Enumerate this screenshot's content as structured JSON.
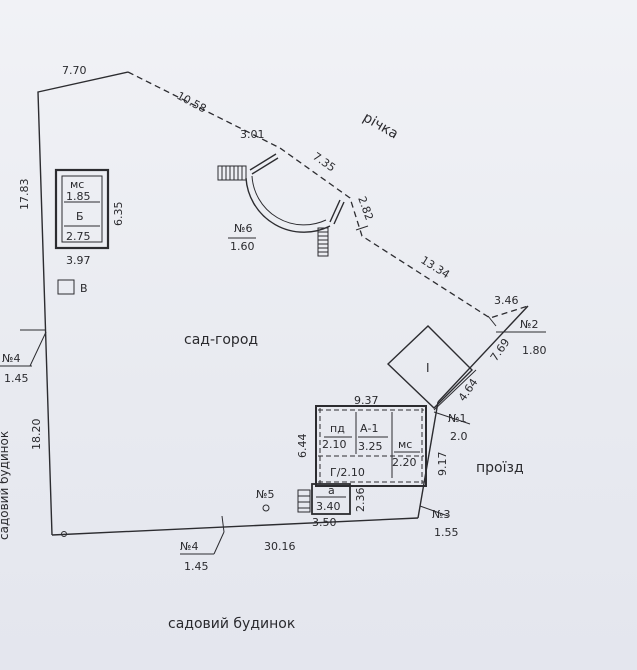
{
  "plot_labels": {
    "river": "річка",
    "garden": "сад-город",
    "passage": "проїзд",
    "garden_house": "садовий будинок",
    "left_neighbor": "садовий будинок"
  },
  "dimensions": {
    "top_770": "7.70",
    "top_1058": "10.58",
    "top_301": "3.01",
    "top_735": "7.35",
    "top_282": "2.82",
    "top_1334": "13.34",
    "right_346": "3.46",
    "right_769": "7.69",
    "right_464": "4.64",
    "right_917": "9.17",
    "left_1783": "17.83",
    "left_1820": "18.20",
    "bottom_3016": "30.16",
    "bldg_937": "9.37",
    "bldg_644": "6.44",
    "bldg_236": "2.36",
    "bldg_350": "3.50",
    "shed_635": "6.35",
    "shed_397": "3.97"
  },
  "neighbors": {
    "n2": {
      "label": "№2",
      "value": "1.80"
    },
    "n1": {
      "label": "№1",
      "value": "2.0"
    },
    "n3": {
      "label": "№3",
      "value": "1.55"
    },
    "n4_left": {
      "label": "№4",
      "value": "1.45"
    },
    "n4_bottom": {
      "label": "№4",
      "value": "1.45"
    }
  },
  "structures": {
    "shed": {
      "top": "мс",
      "top_val": "1.85",
      "name": "Б",
      "name_val": "2.75"
    },
    "shed_v": "В",
    "well": {
      "label": "№6",
      "value": "1.60"
    },
    "point5": "№5",
    "building_i": "І",
    "main": {
      "pd": "пд",
      "pd_val": "2.10",
      "a1": "А-1",
      "a1_val": "3.25",
      "ms": "мс",
      "ms_val": "2.20",
      "g": "Г/2.10",
      "a": "а",
      "a_val": "3.40"
    }
  }
}
